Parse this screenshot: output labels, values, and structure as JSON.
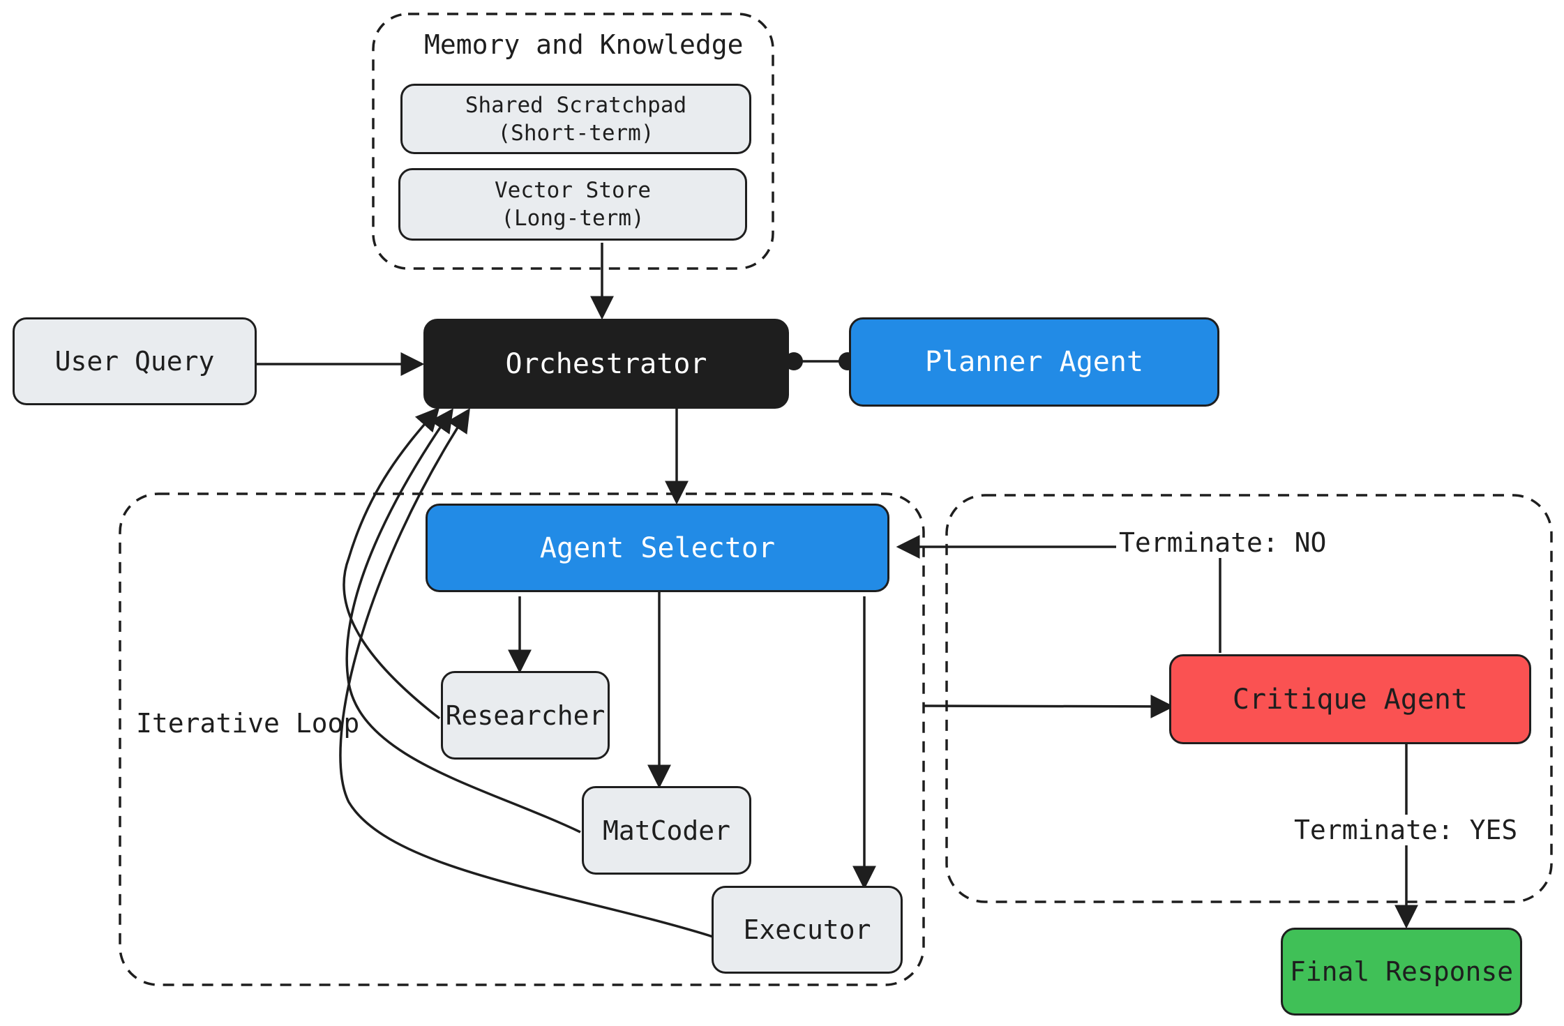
{
  "groups": {
    "memory": {
      "title": "Memory and Knowledge"
    },
    "loop": {
      "title": "Iterative Loop"
    },
    "critique": {
      "title": ""
    }
  },
  "nodes": {
    "scratchpad": {
      "label": "Shared Scratchpad\n(Short-term)"
    },
    "vector_store": {
      "label": "Vector Store\n(Long-term)"
    },
    "user_query": {
      "label": "User Query"
    },
    "orchestrator": {
      "label": "Orchestrator"
    },
    "planner": {
      "label": "Planner Agent"
    },
    "selector": {
      "label": "Agent Selector"
    },
    "researcher": {
      "label": "Researcher"
    },
    "matcoder": {
      "label": "MatCoder"
    },
    "executor": {
      "label": "Executor"
    },
    "critique": {
      "label": "Critique Agent"
    },
    "final": {
      "label": "Final Response"
    }
  },
  "edges": {
    "terminate_no": {
      "label": "Terminate: NO"
    },
    "terminate_yes": {
      "label": "Terminate: YES"
    }
  },
  "colors": {
    "stroke": "#1e1e1e",
    "grey_fill": "#e9ecef",
    "black_fill": "#1e1e1e",
    "blue_fill": "#228be6",
    "red_fill": "#fa5252",
    "green_fill": "#40c057"
  }
}
